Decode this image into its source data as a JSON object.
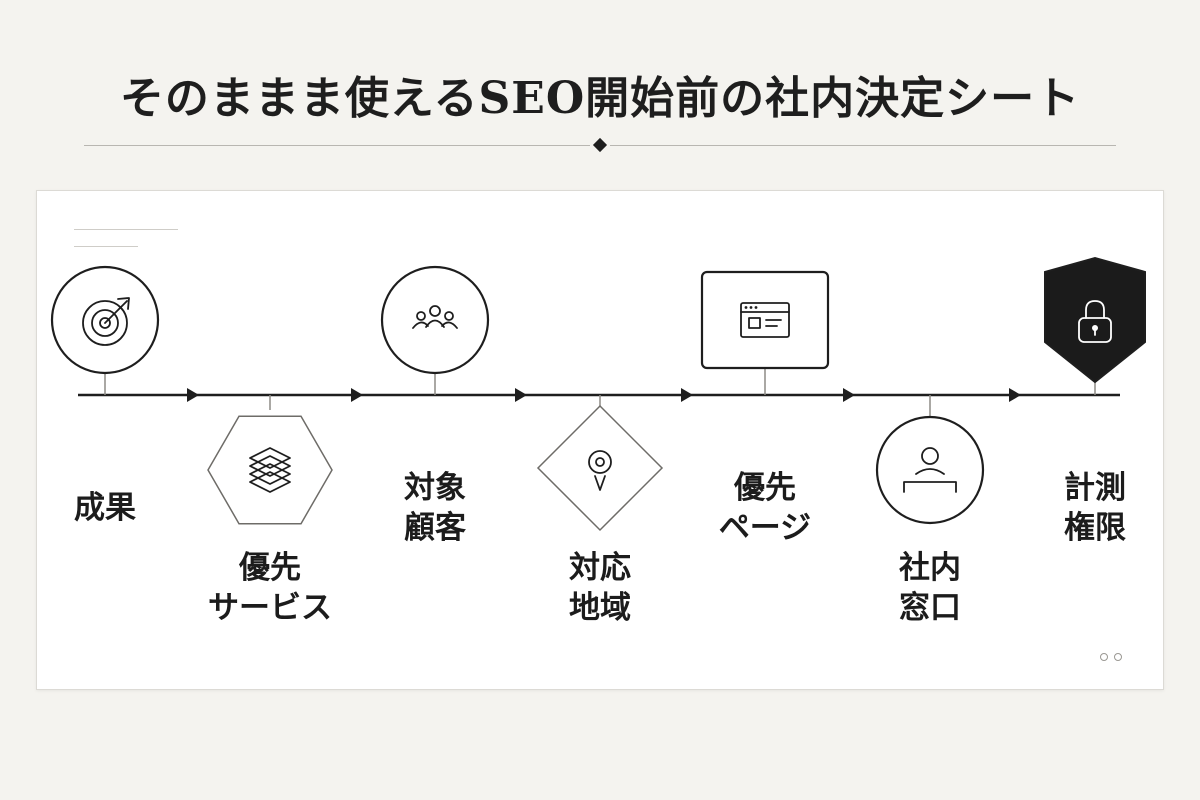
{
  "title": "そのままま使えるSEO開始前の社内決定シート",
  "steps": [
    {
      "icon": "target-icon",
      "lines": [
        "成果"
      ]
    },
    {
      "icon": "layers-icon",
      "lines": [
        "優先",
        "サービス"
      ]
    },
    {
      "icon": "people-icon",
      "lines": [
        "対象",
        "顧客"
      ]
    },
    {
      "icon": "location-pin-icon",
      "lines": [
        "対応",
        "地域"
      ]
    },
    {
      "icon": "browser-page-icon",
      "lines": [
        "優先",
        "ページ"
      ]
    },
    {
      "icon": "person-desk-icon",
      "lines": [
        "社内",
        "窓口"
      ]
    },
    {
      "icon": "padlock-icon",
      "lines": [
        "計測",
        "権限"
      ]
    }
  ],
  "colors": {
    "ink": "#1e1e1e",
    "background": "#f4f3ef",
    "panel": "#ffffff",
    "accent_fill": "#1b1b1b"
  }
}
